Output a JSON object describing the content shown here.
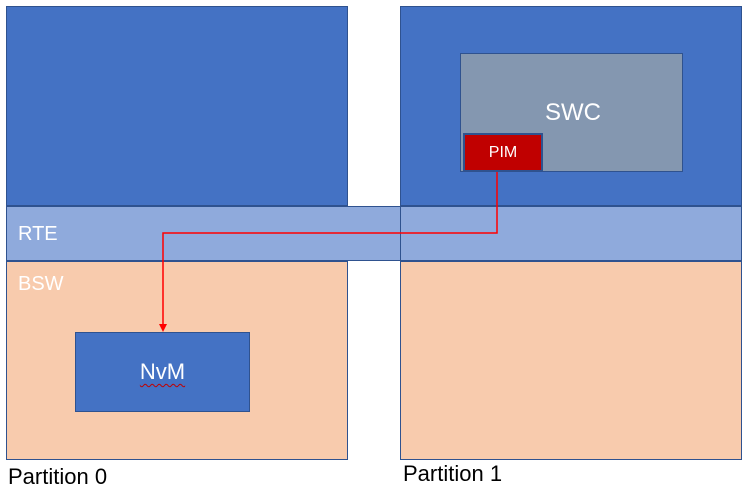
{
  "layers": {
    "rte_label": "RTE",
    "bsw_label": "BSW"
  },
  "components": {
    "swc_label": "SWC",
    "pim_label": "PIM",
    "nvm_label": "NvM"
  },
  "partitions": [
    {
      "label": "Partition 0"
    },
    {
      "label": "Partition 1"
    }
  ],
  "colors": {
    "app_layer": "#4472c4",
    "rte_layer": "#8faadc",
    "bsw_layer": "#f8cbad",
    "swc": "#8497b0",
    "pim": "#c00000",
    "arrow": "#ff0000"
  }
}
